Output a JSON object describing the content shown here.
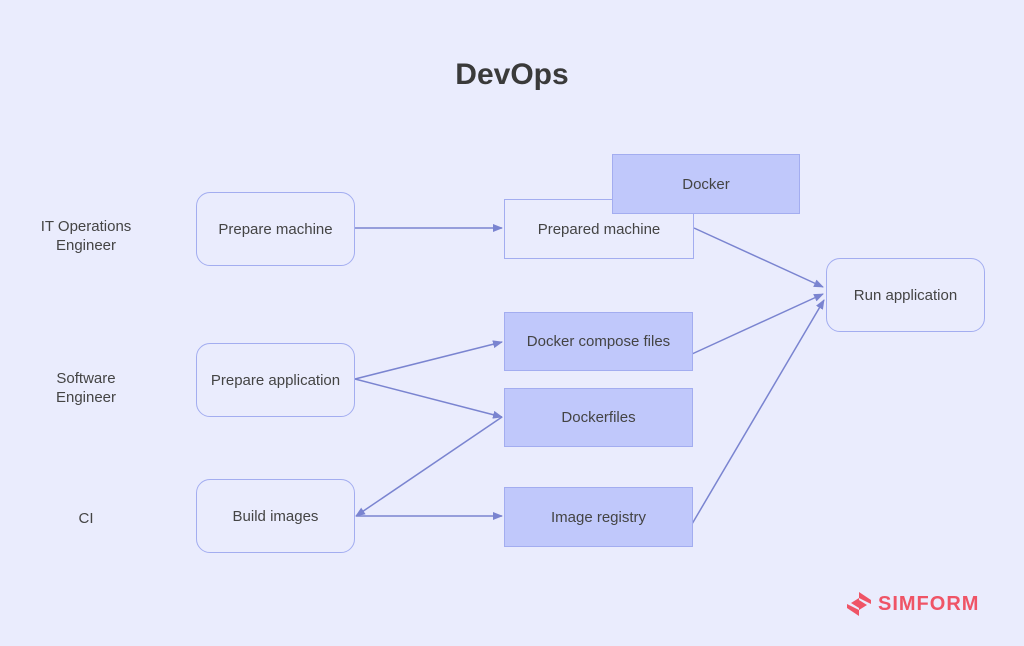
{
  "title": "DevOps",
  "roles": [
    {
      "label_line1": "IT Operations",
      "label_line2": "Engineer"
    },
    {
      "label_line1": "Software",
      "label_line2": "Engineer"
    },
    {
      "label_line1": "CI",
      "label_line2": ""
    }
  ],
  "nodes": {
    "prepare_machine": "Prepare machine",
    "prepare_application": "Prepare application",
    "build_images": "Build images",
    "docker": "Docker",
    "prepared_machine": "Prepared machine",
    "docker_compose_files": "Docker compose files",
    "dockerfiles": "Dockerfiles",
    "image_registry": "Image registry",
    "run_application": "Run application"
  },
  "edges": [
    {
      "from": "Prepare machine",
      "to": "Prepared machine"
    },
    {
      "from": "Prepare application",
      "to": "Docker compose files"
    },
    {
      "from": "Prepare application",
      "to": "Dockerfiles"
    },
    {
      "from": "Dockerfiles",
      "to": "Build images"
    },
    {
      "from": "Build images",
      "to": "Image registry"
    },
    {
      "from": "Prepared machine",
      "to": "Run application"
    },
    {
      "from": "Docker compose files",
      "to": "Run application"
    },
    {
      "from": "Image registry",
      "to": "Run application"
    }
  ],
  "colors": {
    "background": "#eaecfd",
    "node_fill": "#c0c8fb",
    "border": "#a3adf0",
    "edge": "#7a84d0",
    "brand": "#ef5466"
  },
  "brand": {
    "name": "SIMFORM"
  }
}
